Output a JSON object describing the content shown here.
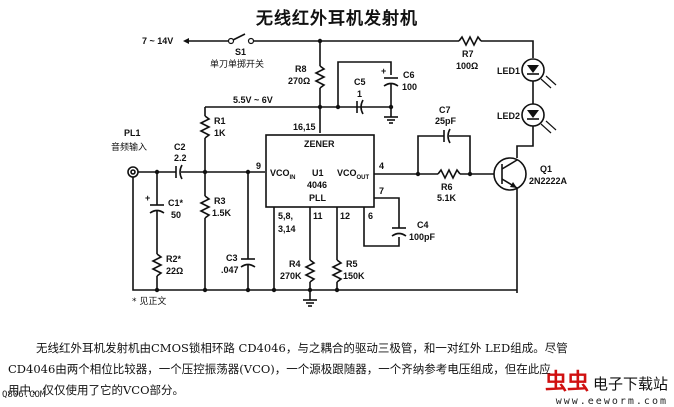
{
  "title": "无线红外耳机发射机",
  "schematic": {
    "supply": "7 ~ 14V",
    "switch": {
      "ref": "S1",
      "desc": "单刀单掷开关"
    },
    "regulated_rail": "5.5V ~ 6V",
    "input": {
      "ref": "PL1",
      "desc": "音频输入"
    },
    "components": {
      "R1": {
        "ref": "R1",
        "value": "1K"
      },
      "R2": {
        "ref": "R2*",
        "value": "22Ω"
      },
      "R3": {
        "ref": "R3",
        "value": "1.5K"
      },
      "R4": {
        "ref": "R4",
        "value": "270K"
      },
      "R5": {
        "ref": "R5",
        "value": "150K"
      },
      "R6": {
        "ref": "R6",
        "value": "5.1K"
      },
      "R7": {
        "ref": "R7",
        "value": "100Ω"
      },
      "R8": {
        "ref": "R8",
        "value": "270Ω"
      },
      "C1": {
        "ref": "C1*",
        "value": "50"
      },
      "C2": {
        "ref": "C2",
        "value": "2.2"
      },
      "C3": {
        "ref": "C3",
        "value": ".047"
      },
      "C4": {
        "ref": "C4",
        "value": "100pF"
      },
      "C5": {
        "ref": "C5",
        "value": "1"
      },
      "C6": {
        "ref": "C6",
        "value": "100"
      },
      "C7": {
        "ref": "C7",
        "value": "25pF"
      },
      "LED1": {
        "ref": "LED1"
      },
      "LED2": {
        "ref": "LED2"
      },
      "Q1": {
        "ref": "Q1",
        "value": "2N2222A"
      }
    },
    "ic": {
      "ref": "U1",
      "part": "4046",
      "type": "PLL",
      "zener": "ZENER",
      "vco_in": "VCO",
      "vco_in_sub": "IN",
      "vco_out": "VCO",
      "vco_out_sub": "OUT",
      "pins": {
        "supply": "16,15",
        "vco_in": "9",
        "vco_out": "4",
        "cap": "7",
        "cap2": "6",
        "gnd": "5,8,",
        "gnd2": "3,14",
        "r1": "11",
        "r2": "12"
      }
    },
    "footnote": "* 见正文",
    "plus_sign": "+"
  },
  "description": {
    "line1": "无线红外耳机发射机由CMOS锁相环路 CD4046，与之耦合的驱动三极管，和一对红外 LED组成。尽管",
    "line2": "CD4046由两个相位比较器，一个压控振荡器(VCO)，一个源极跟随器，一个齐纳参考电压组成，但在此应",
    "line3": "用中，仅仅使用了它的VCO部分。"
  },
  "watermarks": {
    "left_site": "Q806.COM",
    "logo_glyphs": "虫虫",
    "logo_name": "电子下载站",
    "logo_url": "www.eeworm.com"
  }
}
